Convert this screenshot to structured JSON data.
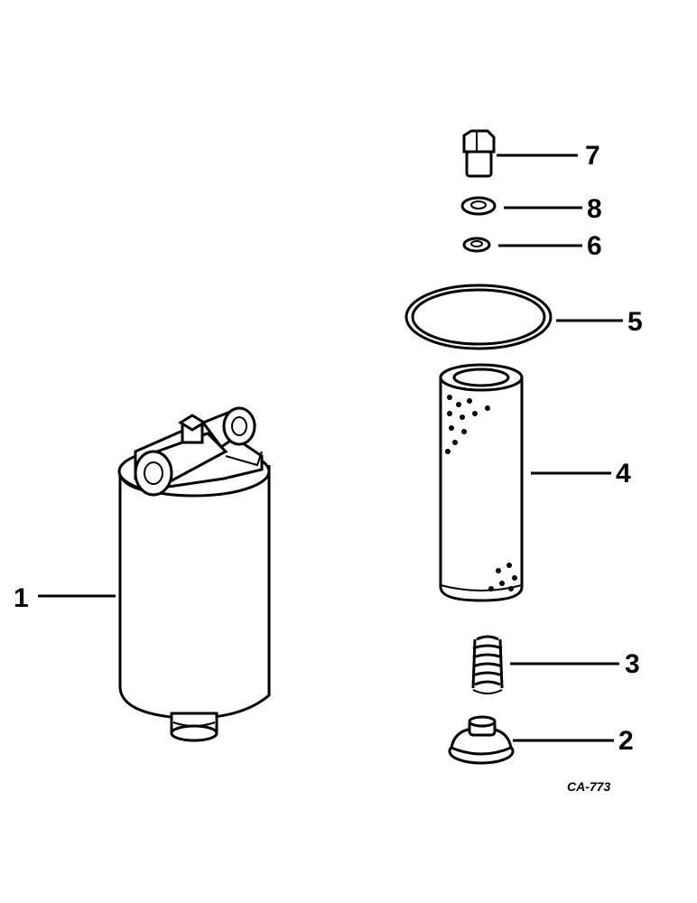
{
  "diagram": {
    "drawing_code": "CA-773",
    "callouts": [
      {
        "id": "1",
        "label": "1"
      },
      {
        "id": "2",
        "label": "2"
      },
      {
        "id": "3",
        "label": "3"
      },
      {
        "id": "4",
        "label": "4"
      },
      {
        "id": "5",
        "label": "5"
      },
      {
        "id": "6",
        "label": "6"
      },
      {
        "id": "7",
        "label": "7"
      },
      {
        "id": "8",
        "label": "8"
      }
    ]
  }
}
